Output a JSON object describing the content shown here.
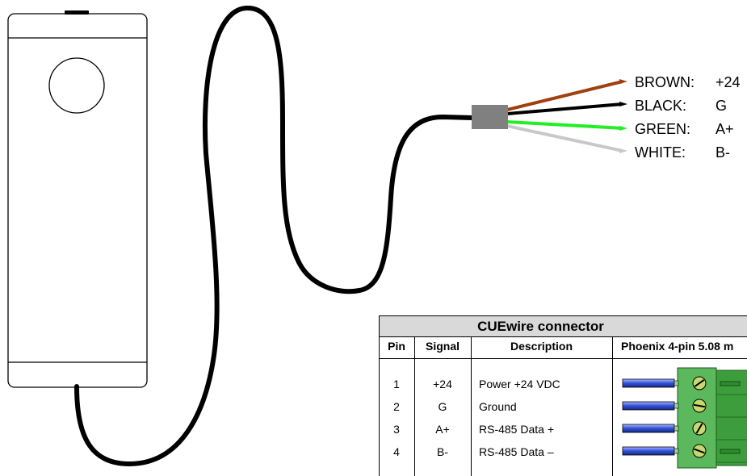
{
  "wires": [
    {
      "color_name": "BROWN:",
      "signal": "+24",
      "color": "#a0400e"
    },
    {
      "color_name": "BLACK:",
      "signal": "G",
      "color": "#000000"
    },
    {
      "color_name": "GREEN:",
      "signal": "A+",
      "color": "#22ee22"
    },
    {
      "color_name": "WHITE:",
      "signal": "B-",
      "color": "#c8c8c8"
    }
  ],
  "table": {
    "title": "CUEwire connector",
    "headers": {
      "pin": "Pin",
      "signal": "Signal",
      "description": "Description",
      "connector": "Phoenix 4-pin 5.08 m"
    },
    "rows": [
      {
        "pin": "1",
        "signal": "+24",
        "description": "Power +24 VDC"
      },
      {
        "pin": "2",
        "signal": "G",
        "description": "Ground"
      },
      {
        "pin": "3",
        "signal": "A+",
        "description": "RS-485 Data +"
      },
      {
        "pin": "4",
        "signal": "B-",
        "description": "RS-485 Data –"
      }
    ]
  },
  "colors": {
    "cable": "#000000",
    "sleeve": "#808080",
    "terminal_block": "#5cb85c",
    "screw": "#c8d870",
    "pin_blue": "#3050d8"
  }
}
